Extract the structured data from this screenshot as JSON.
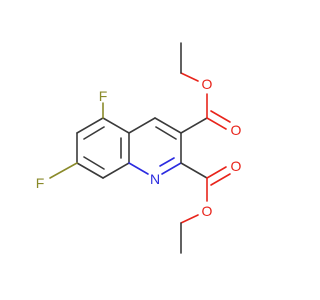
{
  "molecule": {
    "atoms": {
      "f5": "F",
      "f7": "F",
      "n1": "N",
      "o_upper_dbl": "O",
      "o_upper_single": "O",
      "o_lower_dbl": "O",
      "o_lower_single": "O"
    },
    "colors": {
      "carbon_bond": "#3a3a3a",
      "oxygen": "#e8241b",
      "nitrogen": "#2b2be0",
      "fluorine": "#8a8a2a"
    }
  }
}
